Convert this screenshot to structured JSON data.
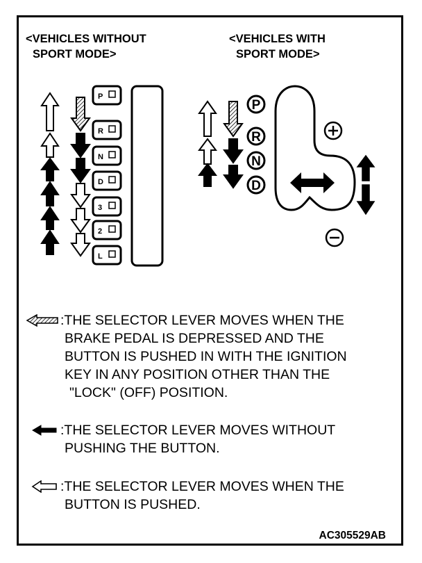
{
  "headings": {
    "left": [
      "<VEHICLES WITHOUT",
      "SPORT MODE>"
    ],
    "right": [
      "<VEHICLES WITH",
      "SPORT MODE>"
    ]
  },
  "gate_positions_left": [
    "P",
    "R",
    "N",
    "D",
    "3",
    "2",
    "L"
  ],
  "gate_positions_right": [
    "P",
    "R",
    "N",
    "D"
  ],
  "sport_symbols": {
    "plus": "+",
    "minus": "−"
  },
  "legend": {
    "hatched": [
      ":THE SELECTOR LEVER MOVES WHEN THE",
      "BRAKE PEDAL IS DEPRESSED AND THE",
      "BUTTON IS PUSHED IN WITH THE IGNITION",
      "KEY IN ANY POSITION OTHER THAN THE",
      "\"LOCK\" (OFF) POSITION."
    ],
    "solid": [
      ":THE SELECTOR LEVER MOVES WITHOUT",
      "PUSHING THE BUTTON."
    ],
    "open": [
      ":THE SELECTOR LEVER MOVES WHEN THE",
      "BUTTON IS PUSHED."
    ]
  },
  "figure_code": "AC305529AB",
  "colors": {
    "ink": "#000000",
    "paper": "#ffffff"
  },
  "icons": {
    "hatched": "hatched-arrow-icon",
    "solid": "solid-arrow-icon",
    "open": "open-arrow-icon"
  }
}
